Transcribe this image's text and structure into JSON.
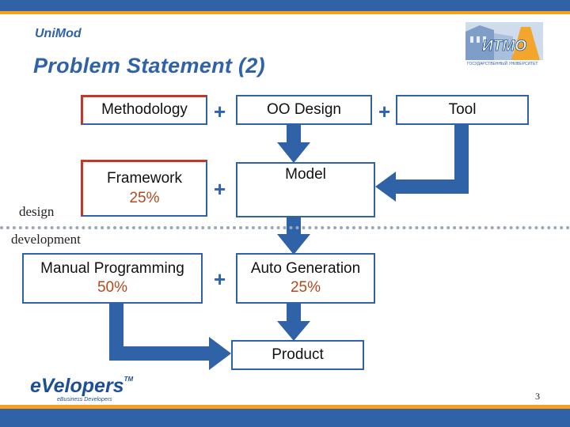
{
  "header": {
    "brand": "UniMod",
    "title": "Problem Statement (2)"
  },
  "logo": {
    "text": "ИТМО",
    "subtext": "ГОСУДАРСТВЕННЫЙ УНИВЕРСИТЕТ"
  },
  "boxes": {
    "methodology": "Methodology",
    "oo_design": "OO Design",
    "tool": "Tool",
    "framework": "Framework",
    "framework_pct": "25%",
    "model": "Model",
    "manual": "Manual Programming",
    "manual_pct": "50%",
    "auto": "Auto Generation",
    "auto_pct": "25%",
    "product": "Product"
  },
  "operators": {
    "plus": "+"
  },
  "labels": {
    "design": "design",
    "development": "development"
  },
  "footer": {
    "company": "eVelopers",
    "trademark": "TM",
    "tagline": "eBusiness Developers",
    "slide_number": "3"
  },
  "colors": {
    "primary_blue": "#2f62a6",
    "accent_orange": "#f6a01a",
    "percent_color": "#b14a1e",
    "highlight_border": "#c0392b"
  }
}
